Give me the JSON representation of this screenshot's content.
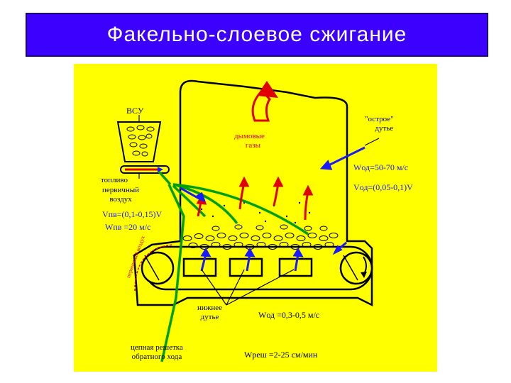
{
  "title": "Факельно-слоевое сжигание",
  "colors": {
    "title_bg": "#3c00ff",
    "title_text": "#ffffff",
    "diagram_bg": "#ffff00",
    "flue_gas_arrow": "#e00000",
    "fuel_path": "#00a000",
    "blast_arrow": "#1a1aff"
  },
  "labels": {
    "vsu": "ВСУ",
    "sharp_blast_line1": "\"острое\"",
    "sharp_blast_line2": "дутье",
    "flue_gases_line1": "дымовые",
    "flue_gases_line2": "газы",
    "fuel": "топливо",
    "primary_air_line1": "первичный",
    "primary_air_line2": "воздух",
    "v_primary": "Vпв=(0,1-0,15)V",
    "w_primary": "Wпв =20 м/с",
    "w_sharp": "Wод=50-70 м/с",
    "v_sharp": "Vод=(0,05-0,1)V",
    "side_note": "первичный воздух",
    "lower_blast_line1": "нижнее",
    "lower_blast_line2": "дутье",
    "w_lower": "Wод =0,3-0,5 м/с",
    "grate_line1": "цепная решетка",
    "grate_line2": "обратного хода",
    "w_grate": "Wреш =2-25 см/мин"
  },
  "icons": {
    "flue_gas": "curved-arrow-up-icon",
    "conveyor_drive": "rotation-arrow-icon"
  }
}
